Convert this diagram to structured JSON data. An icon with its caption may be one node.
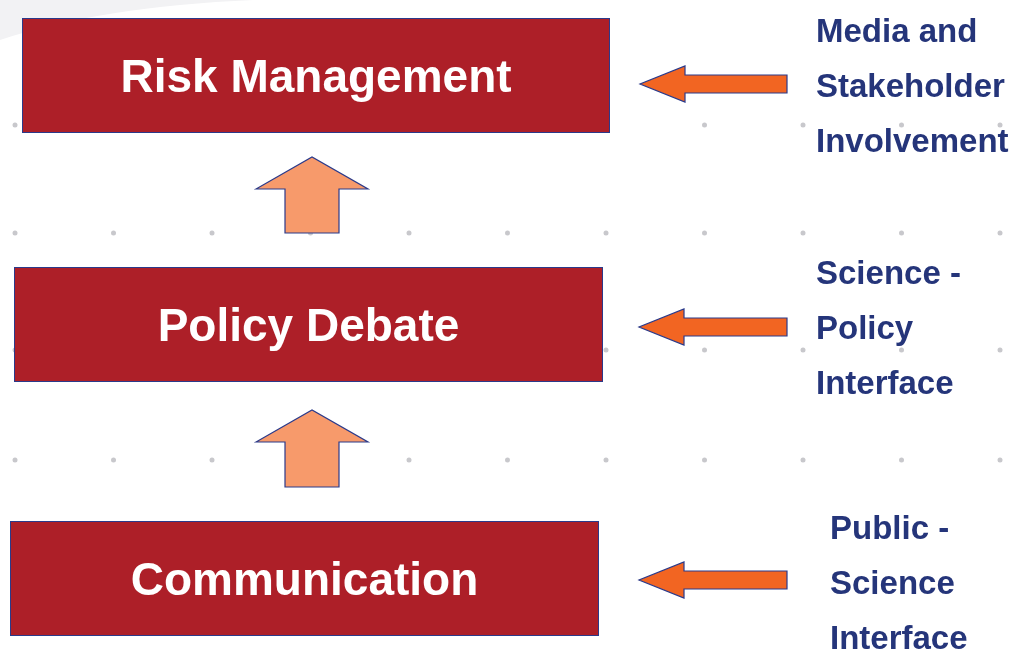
{
  "diagram": {
    "nodes": [
      {
        "text": [
          "Risk Management"
        ]
      },
      {
        "text": [
          "Policy Debate"
        ]
      },
      {
        "text": [
          "Communication"
        ]
      },
      {
        "text": [
          "Media and Stakeholder Involvement"
        ]
      },
      {
        "text": [
          "Science - Policy Interface"
        ]
      },
      {
        "text": [
          "Public - Science Interface"
        ]
      }
    ],
    "edges": [
      {
        "from": 1,
        "to": 0,
        "arrow": "to",
        "color": "#f79a6b"
      },
      {
        "from": 2,
        "to": 1,
        "arrow": "to",
        "color": "#f79a6b"
      },
      {
        "from": 3,
        "to": 0,
        "arrow": "to"
      },
      {
        "from": 4,
        "to": 1,
        "arrow": "to"
      },
      {
        "from": 5,
        "to": 2,
        "arrow": "to"
      }
    ]
  }
}
